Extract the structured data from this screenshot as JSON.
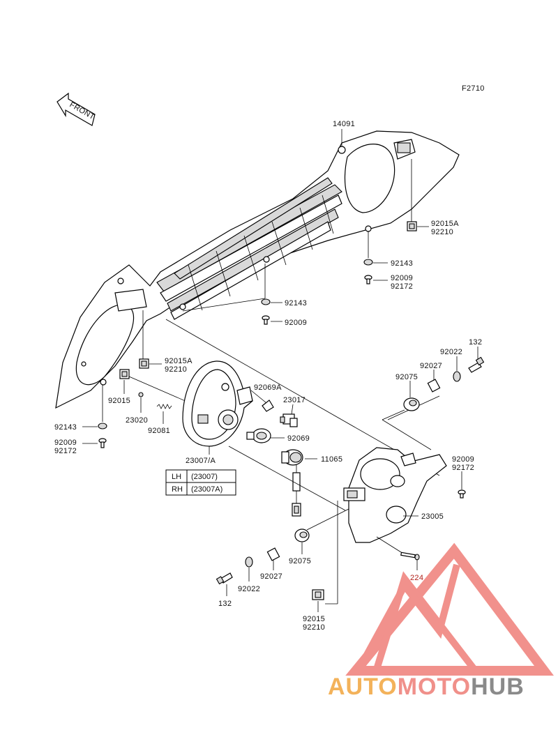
{
  "figure_code": "F2710",
  "front_arrow_label": "FRONT",
  "part_labels": {
    "p14091": "14091",
    "p92015A_upper": "92015A",
    "p92210_upper": "92210",
    "p92143_r": "92143",
    "p92009_r": "92009",
    "p92172_r": "92172",
    "p92143_c": "92143",
    "p92009_c": "92009",
    "p92015A_left": "92015A",
    "p92210_left": "92210",
    "p92015_left": "92015",
    "p92143_l": "92143",
    "p92009_l": "92009",
    "p92172_l": "92172",
    "p23020": "23020",
    "p92081": "92081",
    "p92069A": "92069A",
    "p23017": "23017",
    "p92069": "92069",
    "p11065": "11065",
    "p23007A": "23007/A",
    "p132_r": "132",
    "p92022_r": "92022",
    "p92027_r": "92027",
    "p92075_r": "92075",
    "p92009_rr": "92009",
    "p92172_rr": "92172",
    "p23005": "23005",
    "p224": "224",
    "p92075_b": "92075",
    "p92027_b": "92027",
    "p92022_b": "92022",
    "p132_b": "132",
    "p92015_b": "92015",
    "p92210_b": "92210"
  },
  "side_table": [
    {
      "side": "LH",
      "part": "(23007)"
    },
    {
      "side": "RH",
      "part": "(23007A)"
    }
  ],
  "watermark": {
    "brand_a": "AUTO",
    "brand_b": "MOTO",
    "brand_c": "HUB",
    "color_a": "#f3b25a",
    "color_b": "#f0908a",
    "color_c": "#8a8a8a",
    "logo_color": "#ef7e78"
  }
}
